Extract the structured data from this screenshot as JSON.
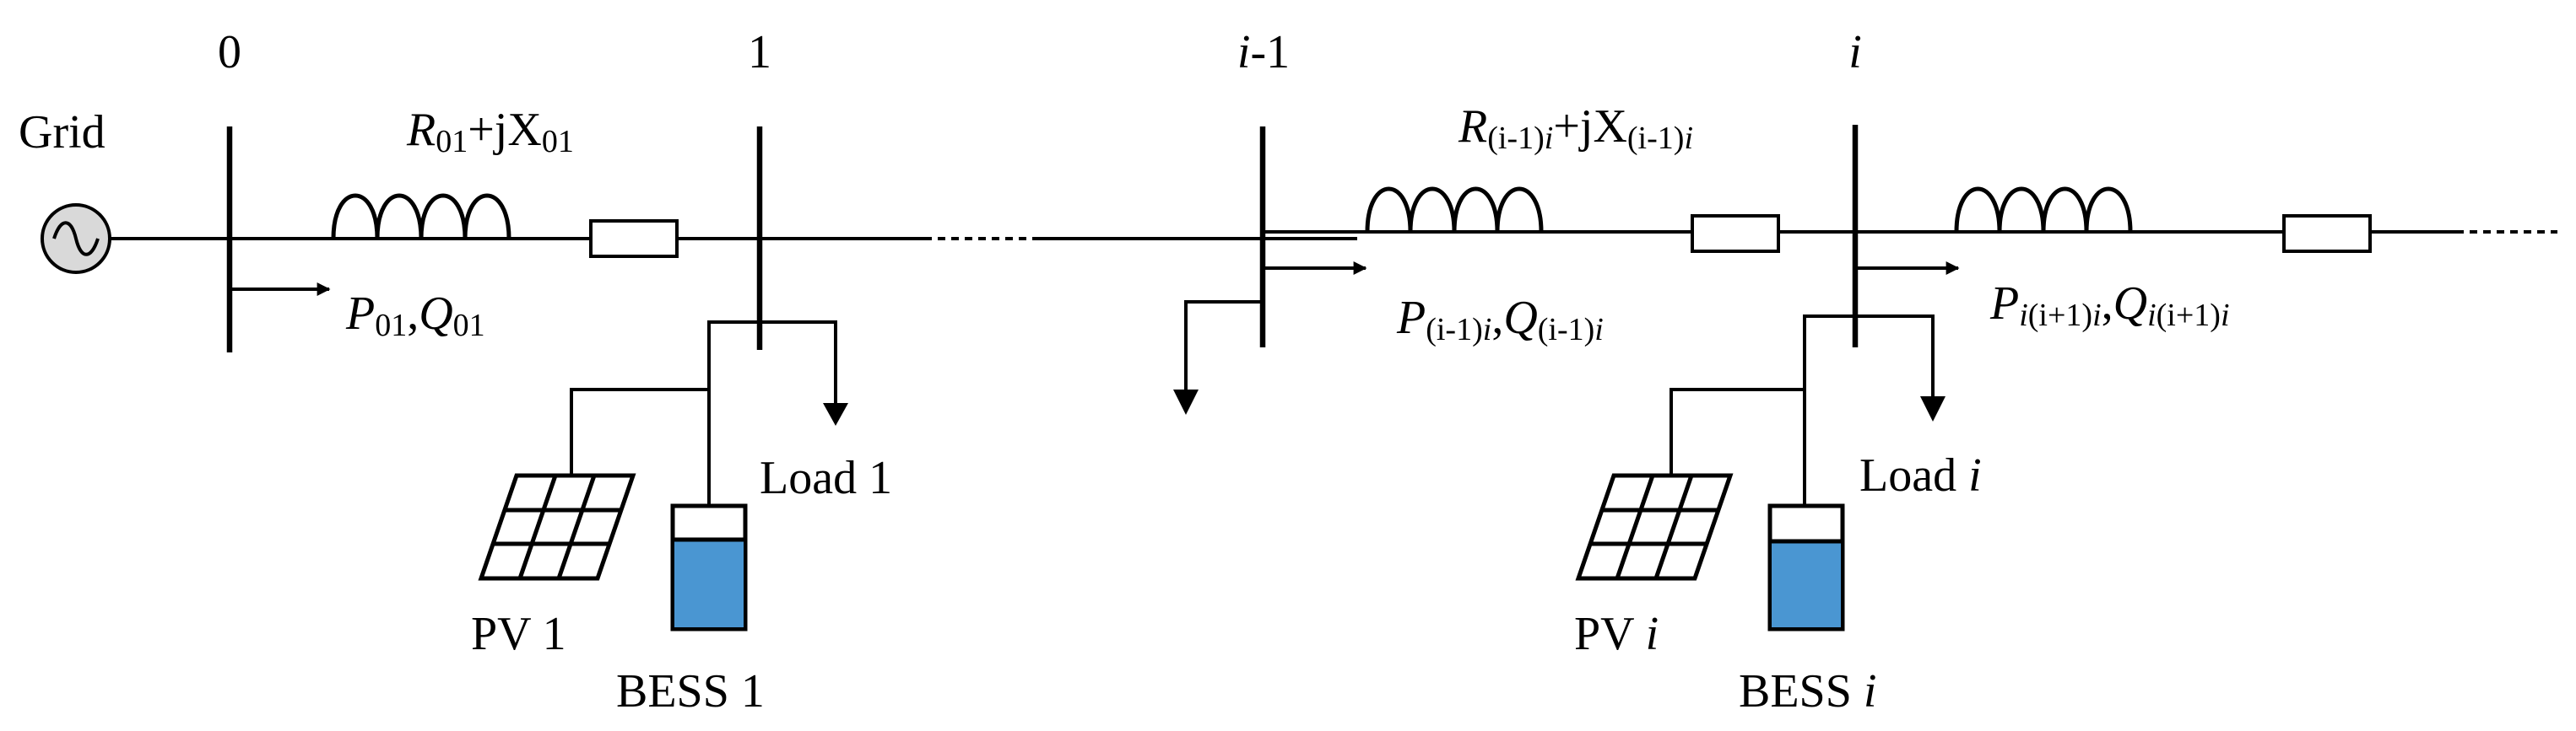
{
  "buses": {
    "b0": "0",
    "b1": "1",
    "bim1_i": "i",
    "bim1_rest": "-1",
    "bi": "i"
  },
  "source": {
    "grid": "Grid"
  },
  "impedance_01": {
    "r": "R",
    "r_sub": "01",
    "plus_j": "+jX",
    "x_sub": "01"
  },
  "impedance_i": {
    "r": "R",
    "r_sub_a": "(i-1)",
    "r_sub_b": "i",
    "plus_j": "+jX",
    "x_sub_a": "(i-1)",
    "x_sub_b": "i"
  },
  "flow_01": {
    "p": "P",
    "p_sub": "01",
    "comma": ",",
    "q": "Q",
    "q_sub": "01"
  },
  "flow_im1": {
    "p": "P",
    "p_sub_a": "(i-1)",
    "p_sub_b": "i",
    "comma": ",",
    "q": "Q",
    "q_sub_a": "(i-1)",
    "q_sub_b": "i"
  },
  "flow_i": {
    "p": "P",
    "p_sub_a": "i",
    "p_sub_b": "(i+1)",
    "p_sub_c": "i",
    "comma": ",",
    "q": "Q",
    "q_sub_a": "i",
    "q_sub_b": "(i+1)",
    "q_sub_c": "i"
  },
  "node1": {
    "load": "Load 1",
    "pv": "PV 1",
    "bess": "BESS 1"
  },
  "nodei": {
    "load_text": "Load ",
    "load_i": "i",
    "pv_text": "PV ",
    "pv_i": "i",
    "bess_text": "BESS ",
    "bess_i": "i"
  },
  "colors": {
    "battery_fill": "#4a96d2",
    "grid_source_fill": "#d9d9d9",
    "line": "#000000"
  }
}
